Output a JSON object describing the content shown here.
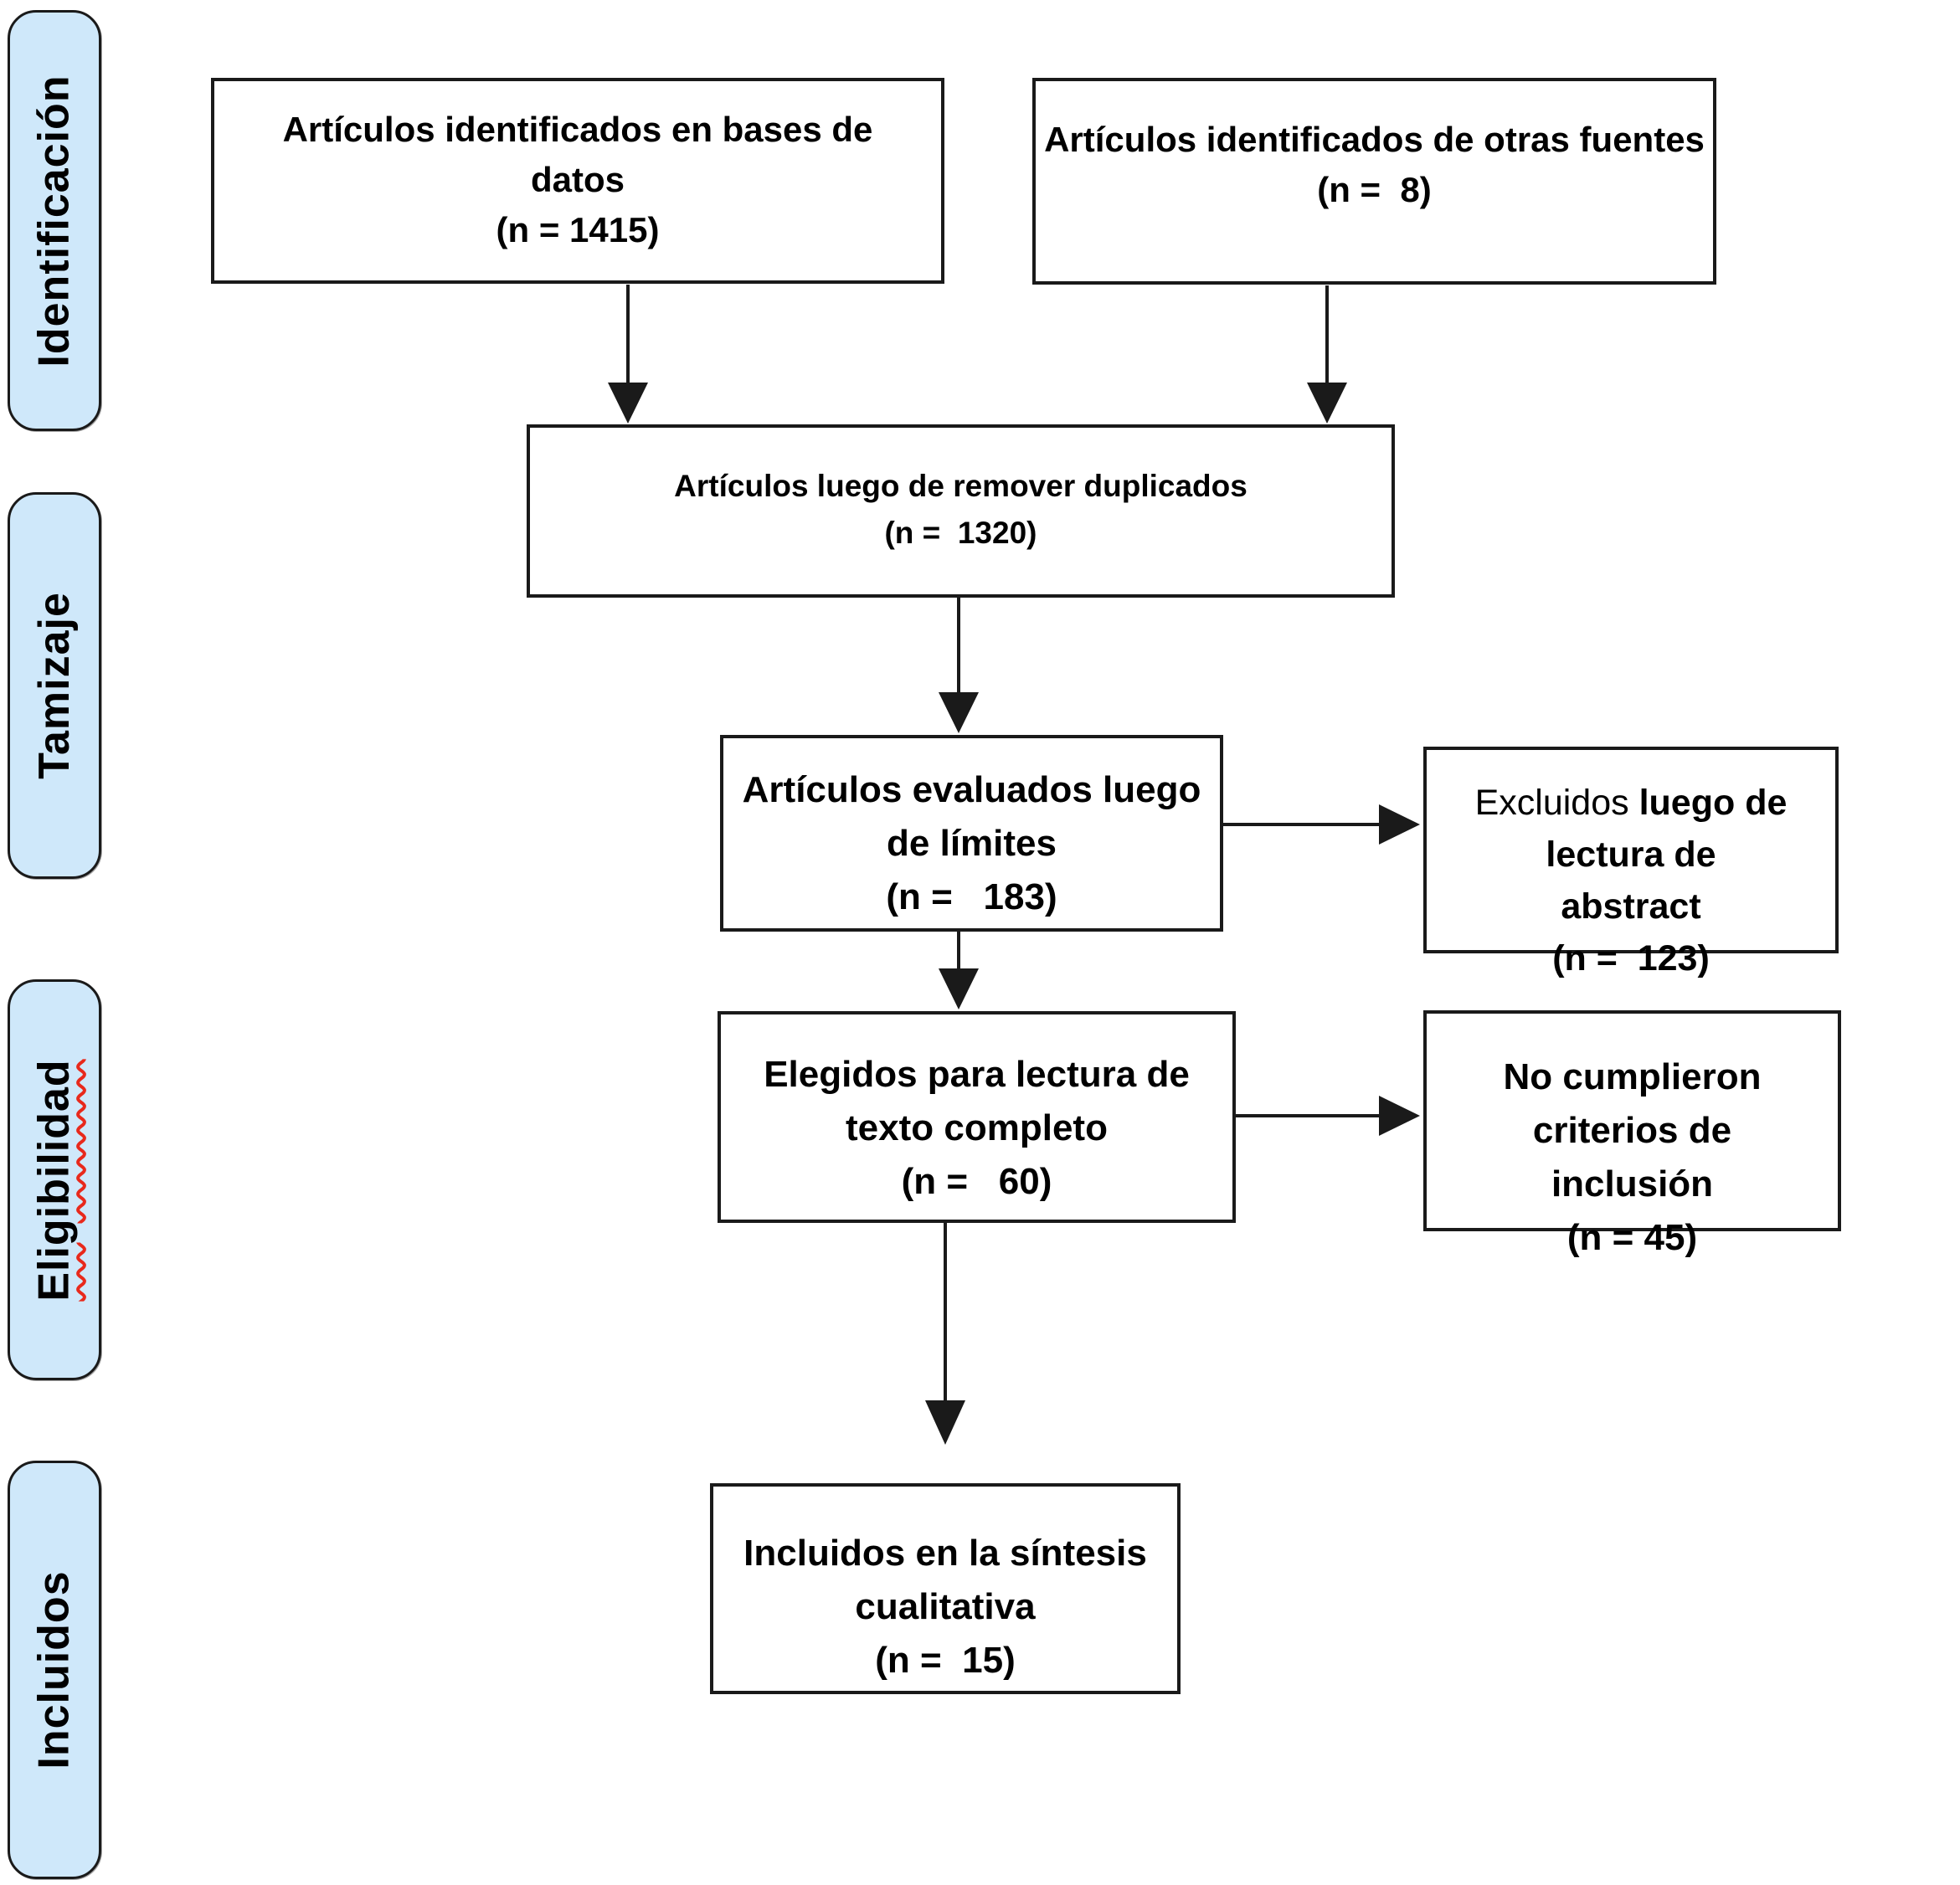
{
  "sidebar": {
    "stages": [
      {
        "label": "Identificación"
      },
      {
        "label": "Tamizaje"
      },
      {
        "label": "Eligibilidad"
      },
      {
        "label": "Incluidos"
      }
    ]
  },
  "boxes": {
    "identified_db": {
      "lines": [
        "Artículos identificados en bases de",
        "datos"
      ],
      "count": "(n = 1415)"
    },
    "identified_other": {
      "lines": [
        "Artículos identificados de otras fuentes"
      ],
      "count": "(n =  8)"
    },
    "deduplicated": {
      "lines": [
        "Artículos luego de remover duplicados"
      ],
      "count": "(n =  1320)"
    },
    "evaluated": {
      "lines": [
        "Artículos evaluados luego",
        "de límites"
      ],
      "count": "(n =   183)"
    },
    "excluded_abstract": {
      "lead": "Excluidos",
      "line1_rest": "luego de lectura de",
      "line2": "abstract",
      "count": "(n =  123)"
    },
    "full_text": {
      "lines": [
        "Elegidos para lectura de",
        "texto completo"
      ],
      "count": "(n =   60)"
    },
    "excluded_criteria": {
      "lines": [
        "No cumplieron criterios de",
        "inclusión"
      ],
      "count": "(n = 45)"
    },
    "included_synthesis": {
      "lines": [
        "Incluidos en la síntesis",
        "cualitativa"
      ],
      "count": "(n =  15)"
    }
  },
  "colors": {
    "stage_fill": "#cfe8fa",
    "box_border": "#1a1a1a",
    "warning_underline": "#e8291c"
  }
}
